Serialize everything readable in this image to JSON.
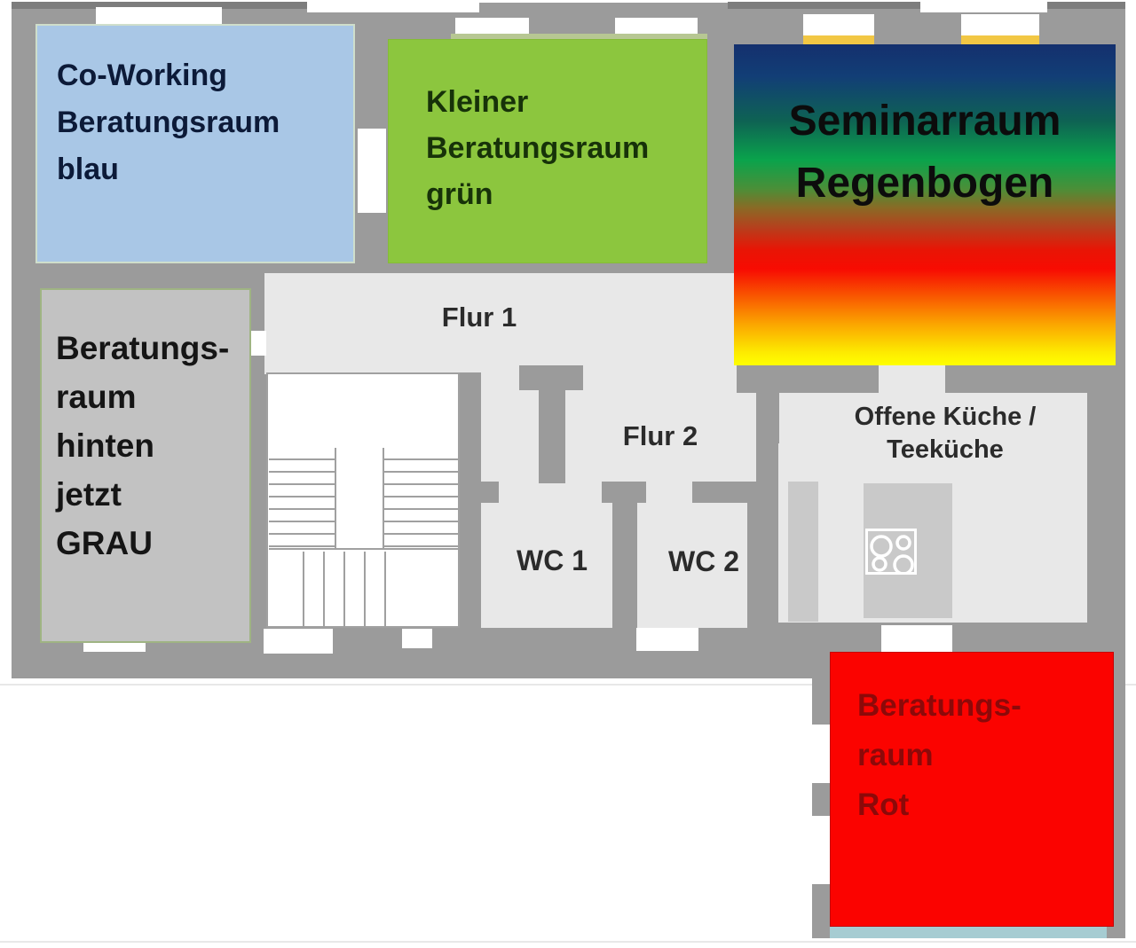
{
  "rooms": {
    "blau": {
      "lines": [
        "Co-Working",
        "Beratungsraum",
        "blau"
      ],
      "fill": "#a9c7e6"
    },
    "gruen": {
      "lines": [
        "Kleiner",
        "Beratungsraum",
        "grün"
      ],
      "fill": "#8cc63e"
    },
    "regenbogen": {
      "lines": [
        "Seminarraum",
        "Regenbogen"
      ],
      "fill_gradient": [
        "#14306e",
        "#0aa34c",
        "#f80b02",
        "#ffff00"
      ]
    },
    "grau": {
      "lines": [
        "Beratungs-",
        "raum",
        "hinten",
        "jetzt",
        "GRAU"
      ],
      "fill": "#c2c2c2"
    },
    "rot": {
      "lines": [
        "Beratungs-",
        "raum",
        "Rot"
      ],
      "fill": "#fb0300"
    }
  },
  "plan": {
    "flur1": "Flur 1",
    "flur2": "Flur 2",
    "wc1": "WC 1",
    "wc2": "WC 2",
    "kueche": [
      "Offene Küche /",
      "Teeküche"
    ]
  },
  "colors": {
    "wall": "#9b9b9b",
    "floor": "#e8e8e8",
    "counter": "#c9c9c9",
    "window_gold": "#f2c744",
    "balcony_teal": "#a6ccd2"
  }
}
